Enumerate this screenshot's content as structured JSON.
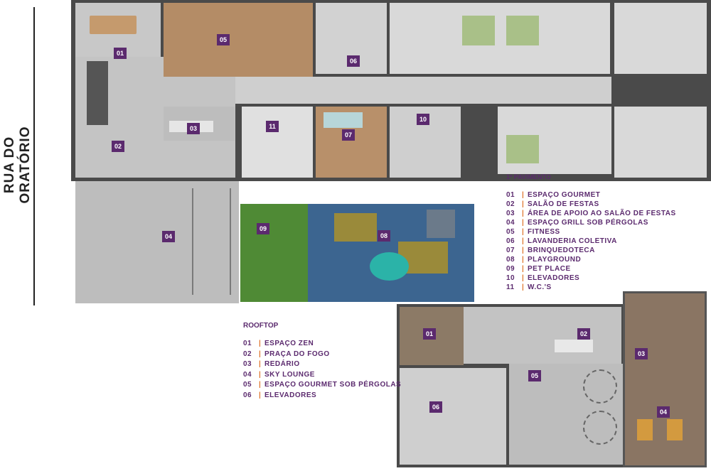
{
  "street_label": "RUA DO ORATÓRIO",
  "first_floor": {
    "title": "1º PAVIMENTO",
    "badges": [
      "01",
      "02",
      "03",
      "04",
      "05",
      "06",
      "07",
      "08",
      "09",
      "10",
      "11"
    ],
    "legend": [
      {
        "num": "01",
        "label": "ESPAÇO GOURMET"
      },
      {
        "num": "02",
        "label": "SALÃO DE FESTAS"
      },
      {
        "num": "03",
        "label": "ÁREA DE APOIO AO SALÃO DE FESTAS"
      },
      {
        "num": "04",
        "label": "ESPAÇO GRILL SOB PÉRGOLAS"
      },
      {
        "num": "05",
        "label": "FITNESS"
      },
      {
        "num": "06",
        "label": "LAVANDERIA COLETIVA"
      },
      {
        "num": "07",
        "label": "BRINQUEDOTECA"
      },
      {
        "num": "08",
        "label": "PLAYGROUND"
      },
      {
        "num": "09",
        "label": "PET PLACE"
      },
      {
        "num": "10",
        "label": "ELEVADORES"
      },
      {
        "num": "11",
        "label": "W.C.'S"
      }
    ]
  },
  "rooftop": {
    "title": "ROOFTOP",
    "badges": [
      "01",
      "02",
      "03",
      "04",
      "05",
      "06"
    ],
    "legend": [
      {
        "num": "01",
        "label": "ESPAÇO ZEN"
      },
      {
        "num": "02",
        "label": "PRAÇA DO FOGO"
      },
      {
        "num": "03",
        "label": "REDÁRIO"
      },
      {
        "num": "04",
        "label": "SKY LOUNGE"
      },
      {
        "num": "05",
        "label": "ESPAÇO GOURMET SOB PÉRGOLAS"
      },
      {
        "num": "06",
        "label": "ELEVADORES"
      }
    ]
  },
  "colors": {
    "accent": "#5b2a6e",
    "separator": "#e07a33",
    "wood": "#b08a68",
    "floor": "#c9c9c9",
    "grass": "#4f8a35"
  }
}
